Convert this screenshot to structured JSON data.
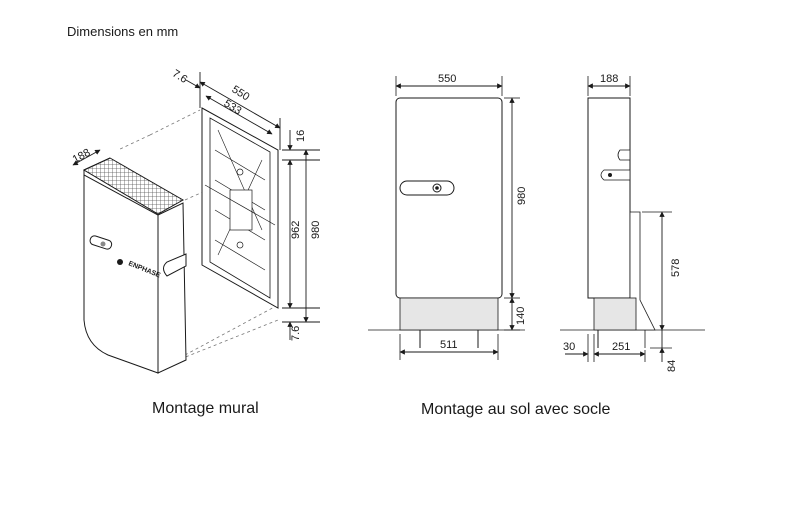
{
  "header": {
    "title": "Dimensions en mm"
  },
  "captions": {
    "wall": "Montage mural",
    "floor": "Montage au sol avec socle"
  },
  "wall_mount": {
    "dims": {
      "offset_top": "7.6",
      "width_outer": "550",
      "width_inner": "533",
      "depth": "188",
      "top_gap": "16",
      "height_inner": "962",
      "height_outer": "980",
      "offset_bottom": "7.6"
    },
    "brand": "ENPHASE"
  },
  "floor_front": {
    "dims": {
      "width": "550",
      "height": "980",
      "plinth_height": "140",
      "plinth_width": "511"
    }
  },
  "floor_side": {
    "dims": {
      "depth": "188",
      "bracket_height": "578",
      "wall_gap": "30",
      "plinth_depth": "251",
      "foot": "84"
    }
  },
  "colors": {
    "line": "#1a1a1a",
    "dash": "#777777",
    "device_fill": "#ffffff",
    "plinth_fill": "#e6e6e6"
  }
}
